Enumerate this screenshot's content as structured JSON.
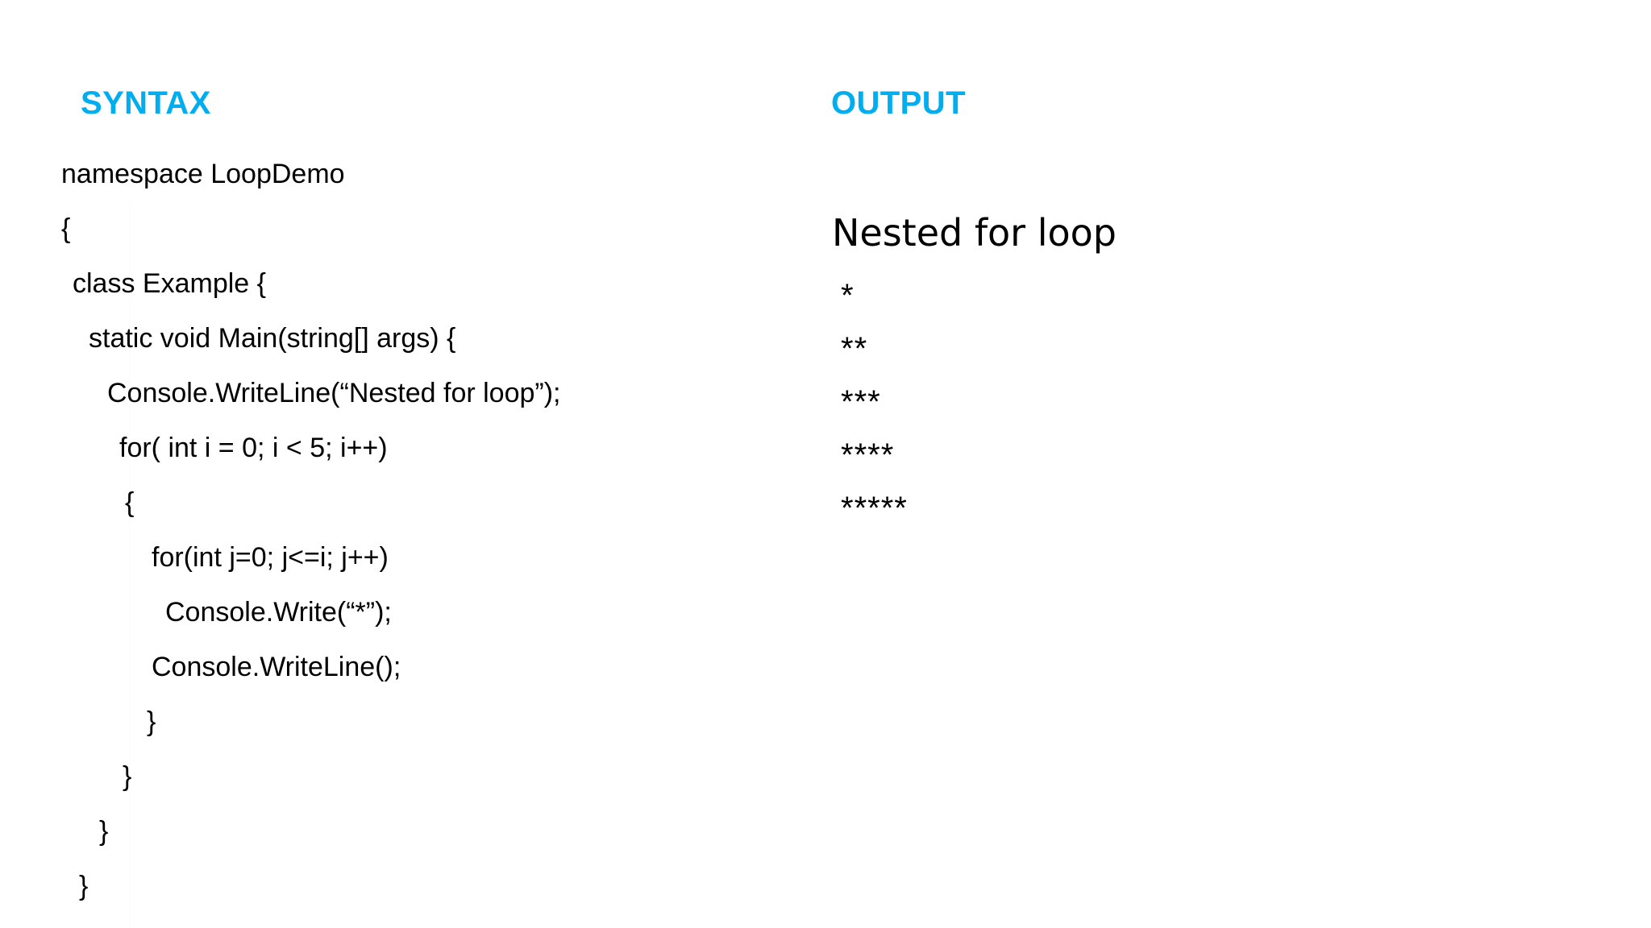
{
  "theme": {
    "background": "#ffffff",
    "heading_color": "#00ADEE",
    "text_color": "#000000"
  },
  "columns": {
    "syntax": {
      "heading": "SYNTAX",
      "code_lines": [
        {
          "text": "namespace LoopDemo",
          "indent": 0
        },
        {
          "text": "{",
          "indent": 0
        },
        {
          "text": "class Example {",
          "indent": 1
        },
        {
          "text": "static void Main(string[] args) {",
          "indent": 2
        },
        {
          "text": "Console.WriteLine(“Nested for loop”);",
          "indent": 3
        },
        {
          "text": "for( int i = 0; i < 5; i++)",
          "indent": 4
        },
        {
          "text": "{",
          "indent": 5
        },
        {
          "text": "for(int j=0; j<=i; j++)",
          "indent": 6
        },
        {
          "text": "Console.Write(“*”);",
          "indent": 7
        },
        {
          "text": "Console.WriteLine();",
          "indent": 8
        },
        {
          "text": "}",
          "indent": 9
        },
        {
          "text": "}",
          "indent": 10
        },
        {
          "text": "}",
          "indent": 11
        },
        {
          "text": "}",
          "indent": 0
        }
      ]
    },
    "output": {
      "heading": "OUTPUT",
      "title": "Nested for loop",
      "lines": [
        "*",
        "**",
        "***",
        "****",
        "*****"
      ]
    }
  }
}
